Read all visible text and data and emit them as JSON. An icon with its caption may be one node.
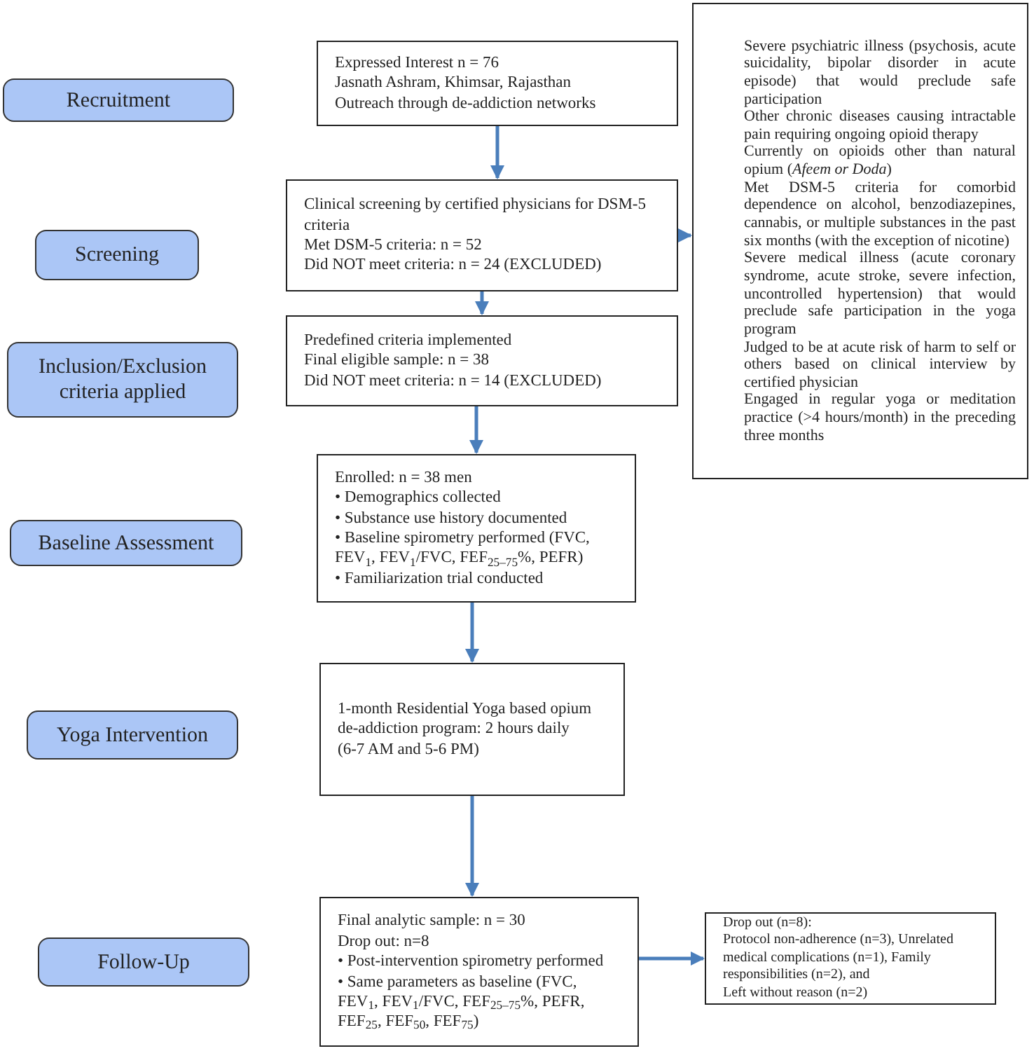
{
  "diagram": {
    "nodes": [
      {
        "text": [
          "Recruitment"
        ]
      },
      {
        "text": [
          "Screening"
        ]
      },
      {
        "text": [
          "Inclusion/Exclusion criteria applied"
        ]
      },
      {
        "text": [
          "Baseline Assessment"
        ]
      },
      {
        "text": [
          "Yoga Intervention"
        ]
      },
      {
        "text": [
          "Follow-Up"
        ]
      },
      {
        "text": [
          "Expressed Interest n = 76",
          "Jasnath Ashram, Khimsar, Rajasthan",
          "Outreach through de-addiction networks"
        ]
      },
      {
        "text": [
          "Clinical screening by certified physicians for DSM-5 criteria",
          "Met DSM-5 criteria: n = 52",
          "Did NOT meet criteria: n = 24 (EXCLUDED)"
        ]
      },
      {
        "text": [
          "Predefined criteria implemented",
          "Final eligible sample: n = 38",
          "Did NOT meet criteria: n = 14 (EXCLUDED)"
        ]
      },
      {
        "text": [
          "Enrolled: n = 38 men",
          "• Demographics collected",
          "• Substance use history documented",
          "• Baseline spirometry performed (FVC, FEV$_{1}$, FEV$_{1}$/FVC, FEF$_{25–75}$%, PEFR)",
          "• Familiarization trial conducted"
        ]
      },
      {
        "text": [
          "1-month Residential Yoga based opium de-addiction program: 2 hours daily",
          "(6-7 AM and 5-6 PM)"
        ]
      },
      {
        "text": [
          "Final analytic sample: n = 30",
          "Drop out: n=8",
          "• Post-intervention spirometry performed",
          "• Same parameters as baseline (FVC, FEV$_{1}$, FEV$_{1}$/FVC, FEF$_{25–75}$%, PEFR, FEF$_{25}$, FEF$_{50}$, FEF$_{75}$)"
        ]
      },
      {
        "text": [
          "Severe psychiatric illness (psychosis, acute suicidality, bipolar disorder in acute episode) that would preclude safe participation",
          "Other chronic diseases causing intractable pain requiring ongoing opioid therapy",
          "Currently on opioids other than natural opium (*Afeem or Doda*)",
          "Met DSM-5 criteria for comorbid dependence on alcohol, benzodiazepines, cannabis, or multiple substances in the past six months (with the exception of nicotine)",
          "Severe medical illness (acute coronary syndrome, acute stroke, severe infection, uncontrolled hypertension) that would preclude safe participation in the yoga program",
          "Judged to be at acute risk of harm to self or others based on clinical interview by certified physician",
          "Engaged in regular yoga or meditation practice (>4 hours/month) in the preceding three months"
        ]
      },
      {
        "text": [
          "Drop out (n=8):",
          "Protocol non-adherence (n=3), Unrelated medical complications (n=1), Family responsibilities (n=2), and",
          "Left without reason (n=2)"
        ]
      }
    ],
    "edges": [
      {
        "from": 6,
        "to": 7,
        "arrow": "to"
      },
      {
        "from": 7,
        "to": 8,
        "arrow": "to"
      },
      {
        "from": 8,
        "to": 9,
        "arrow": "to"
      },
      {
        "from": 9,
        "to": 10,
        "arrow": "to"
      },
      {
        "from": 10,
        "to": 11,
        "arrow": "to"
      },
      {
        "from": 7,
        "to": 12,
        "arrow": "to"
      },
      {
        "from": 11,
        "to": 13,
        "arrow": "to"
      }
    ]
  }
}
